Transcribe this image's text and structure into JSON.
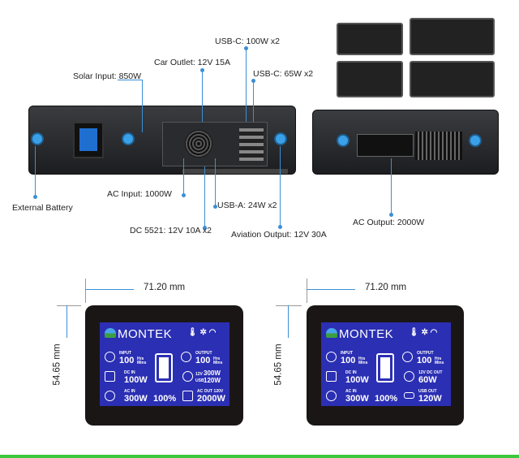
{
  "callouts": {
    "usbc_100": "USB-C: 100W x2",
    "car_outlet": "Car Outlet: 12V 15A",
    "usbc_65": "USB-C: 65W x2",
    "solar": "Solar Input: 850W",
    "ext_battery": "External Battery",
    "ac_input": "AC Input: 1000W",
    "usba": "USB-A: 24W x2",
    "dc5521": "DC 5521: 12V 10A x2",
    "aviation": "Aviation Output: 12V 30A",
    "ac_output": "AC Output: 2000W"
  },
  "dimensions": {
    "width": "71.20 mm",
    "height": "54.65 mm"
  },
  "screen_left": {
    "brand": "MONTEK",
    "input_label": "INPUT",
    "input_val": "100",
    "input_unit": "Hrs Mins",
    "output_label": "OUTPUT",
    "output_val": "100",
    "output_unit": "Hrs Mins",
    "dc_label": "DC IN",
    "dc_val": "100W",
    "ac_label": "AC IN",
    "ac_val": "300W",
    "battery": "100%",
    "r2_a_label": "12V",
    "r2_a_val": "300W",
    "r2_b_label": "USB",
    "r2_b_val": "120W",
    "r3_label": "AC OUT 120V",
    "r3_val": "2000W"
  },
  "screen_right": {
    "brand": "MONTEK",
    "input_label": "INPUT",
    "input_val": "100",
    "input_unit": "Hrs Mins",
    "output_label": "OUTPUT",
    "output_val": "100",
    "output_unit": "Hrs Mins",
    "dc_label": "DC IN",
    "dc_val": "100W",
    "ac_label": "AC IN",
    "ac_val": "300W",
    "battery": "100%",
    "r2_label": "12V DC OUT",
    "r2_val": "60W",
    "r3_label": "USB OUT",
    "r3_val": "120W"
  },
  "colors": {
    "accent": "#3a8fd6",
    "screen": "#2b2fb3",
    "bottom_bar": "#3cc83c"
  }
}
